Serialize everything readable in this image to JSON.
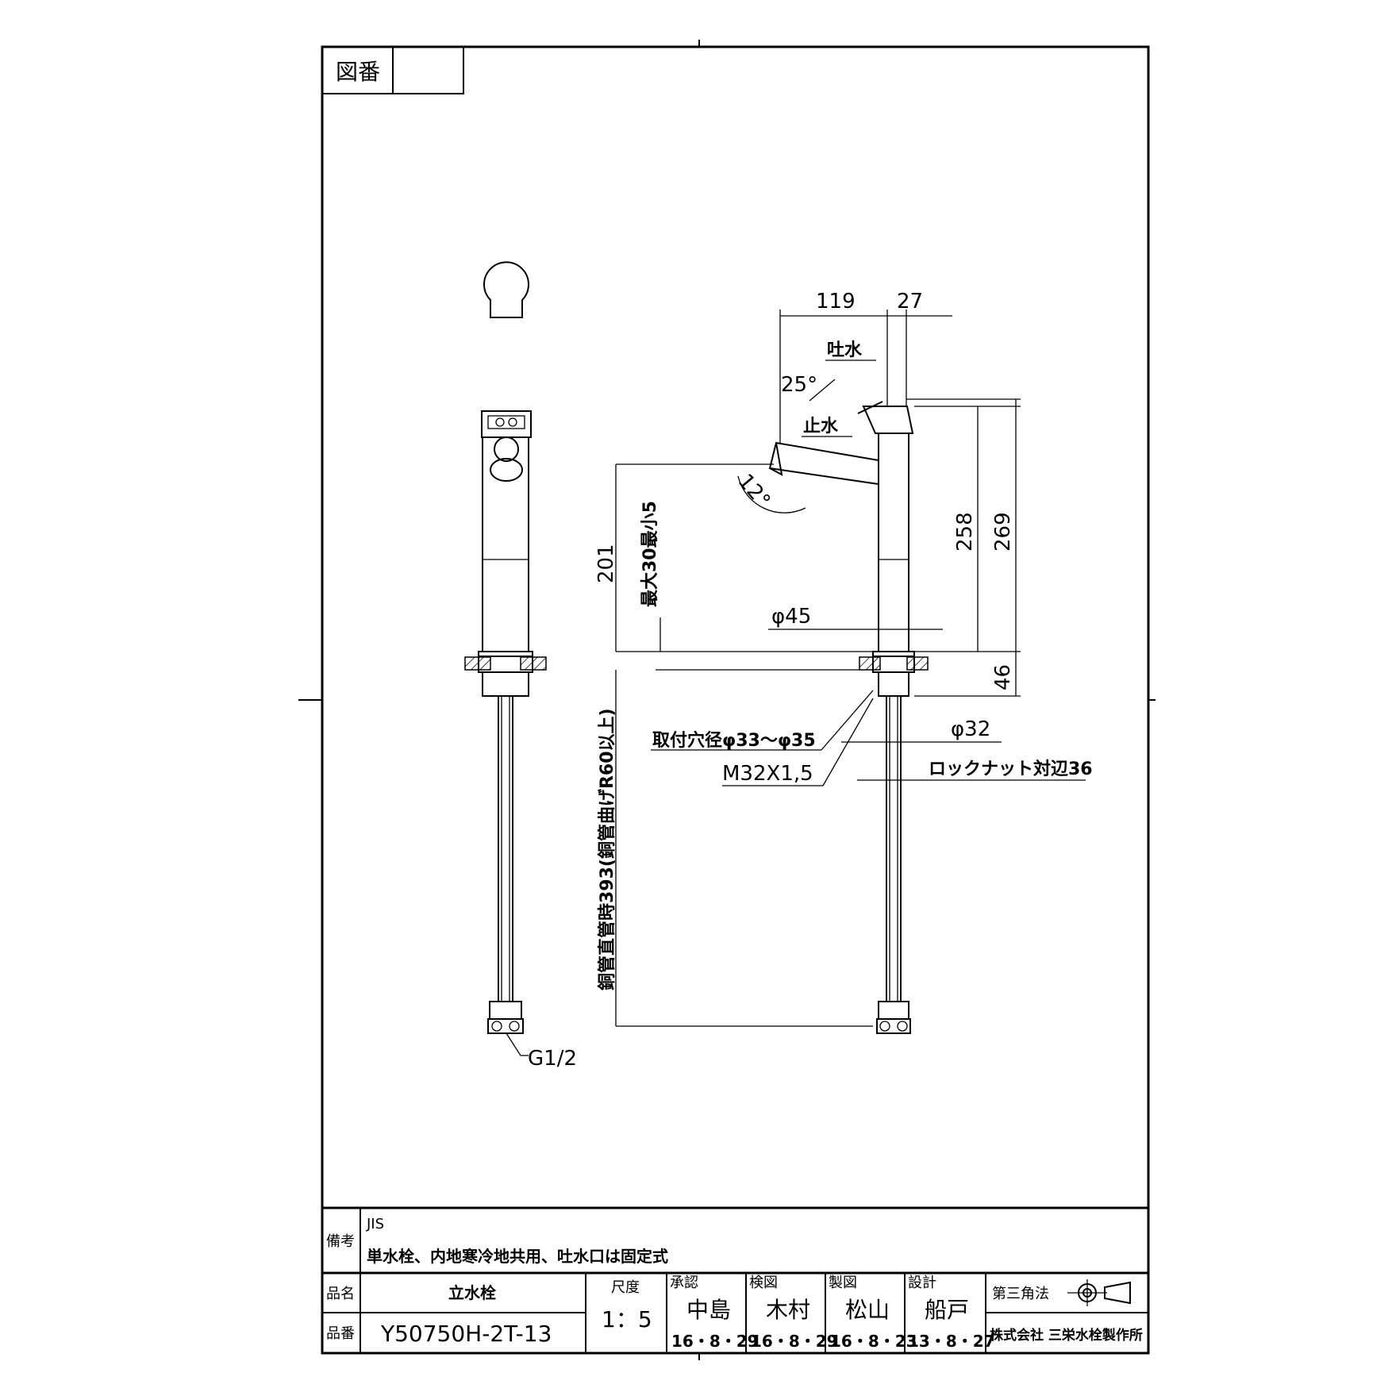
{
  "sheet": {
    "figure_number_label": "図番",
    "figure_number_value": ""
  },
  "dimensions": {
    "spout_reach": "119",
    "handle_offset": "27",
    "open_label": "吐水",
    "stop_label": "止水",
    "lever_angle": "25°",
    "spout_angle": "12°",
    "spout_height": "201",
    "swivel_note": "最大30最小5",
    "body_height_1": "258",
    "body_height_2": "269",
    "body_diameter": "φ45",
    "shank_length": "46",
    "shank_diameter": "φ32",
    "mount_hole": "取付穴径φ33～φ35",
    "thread": "M32X1,5",
    "locknut": "ロックナット対辺36",
    "pipe_length": "銅管直管時393(銅管曲げR60以上)",
    "connector": "G1/2"
  },
  "notes": {
    "label": "備考",
    "line1": "JIS",
    "line2": "単水栓、内地寒冷地共用、吐水口は固定式"
  },
  "title_block": {
    "name_label": "品名",
    "name_value": "立水栓",
    "number_label": "品番",
    "number_value": "Y50750H-2T-13",
    "scale_label": "尺度",
    "scale_value": "1：5",
    "approved_label": "承認",
    "approved_name": "中島",
    "approved_date": "16・8・29",
    "checked_label": "検図",
    "checked_name": "木村",
    "checked_date": "16・8・29",
    "drawn_label": "製図",
    "drawn_name": "松山",
    "drawn_date": "16・8・23",
    "design_label": "設計",
    "design_name": "船戸",
    "design_date": "13・8・27",
    "projection_label": "第三角法",
    "company": "株式会社 三栄水栓製作所"
  }
}
